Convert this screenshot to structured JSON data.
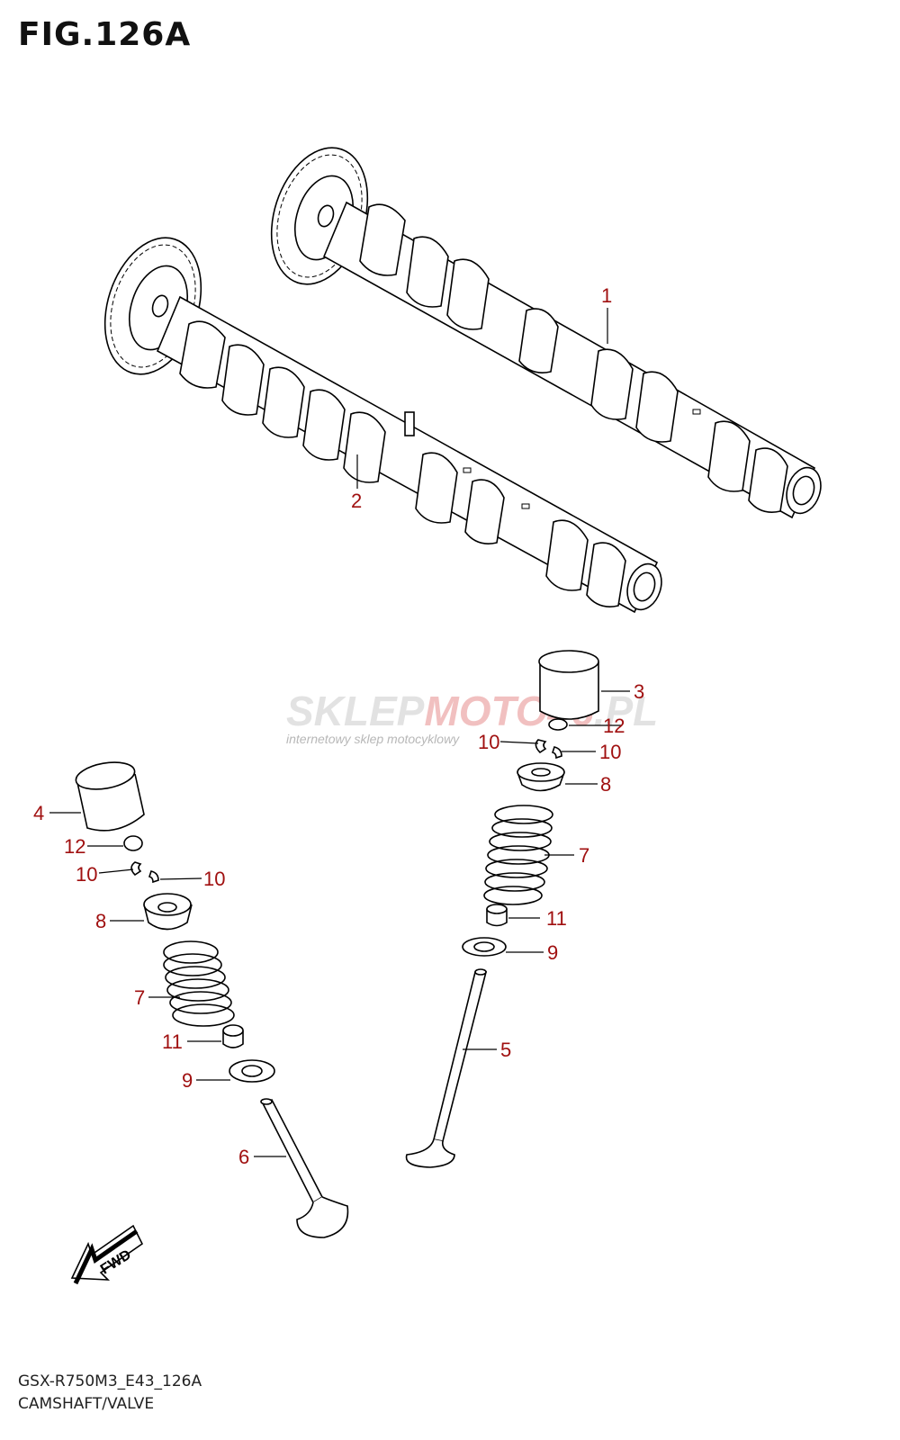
{
  "figure": {
    "title": "FIG.126A"
  },
  "footer": {
    "code": "GSX-R750M3_E43_126A",
    "caption": "CAMSHAFT/VALVE"
  },
  "watermark": {
    "brand_part1": "SKLEP",
    "brand_part2": "MOTO",
    "brand_part3": "46",
    "brand_part4": ".PL",
    "tagline": "internetowy sklep motocyklowy",
    "colors": {
      "gray": "#9a9a9a",
      "red": "#d02020"
    }
  },
  "callout_color": "#a01010",
  "callouts": [
    {
      "label": "1"
    },
    {
      "label": "2"
    },
    {
      "label": "3"
    },
    {
      "label": "12"
    },
    {
      "label": "10"
    },
    {
      "label": "10"
    },
    {
      "label": "8"
    },
    {
      "label": "7"
    },
    {
      "label": "11"
    },
    {
      "label": "9"
    },
    {
      "label": "5"
    },
    {
      "label": "4"
    },
    {
      "label": "12"
    },
    {
      "label": "10"
    },
    {
      "label": "10"
    },
    {
      "label": "8"
    },
    {
      "label": "7"
    },
    {
      "label": "11"
    },
    {
      "label": "9"
    },
    {
      "label": "6"
    }
  ],
  "fwd_badge": "FWD"
}
